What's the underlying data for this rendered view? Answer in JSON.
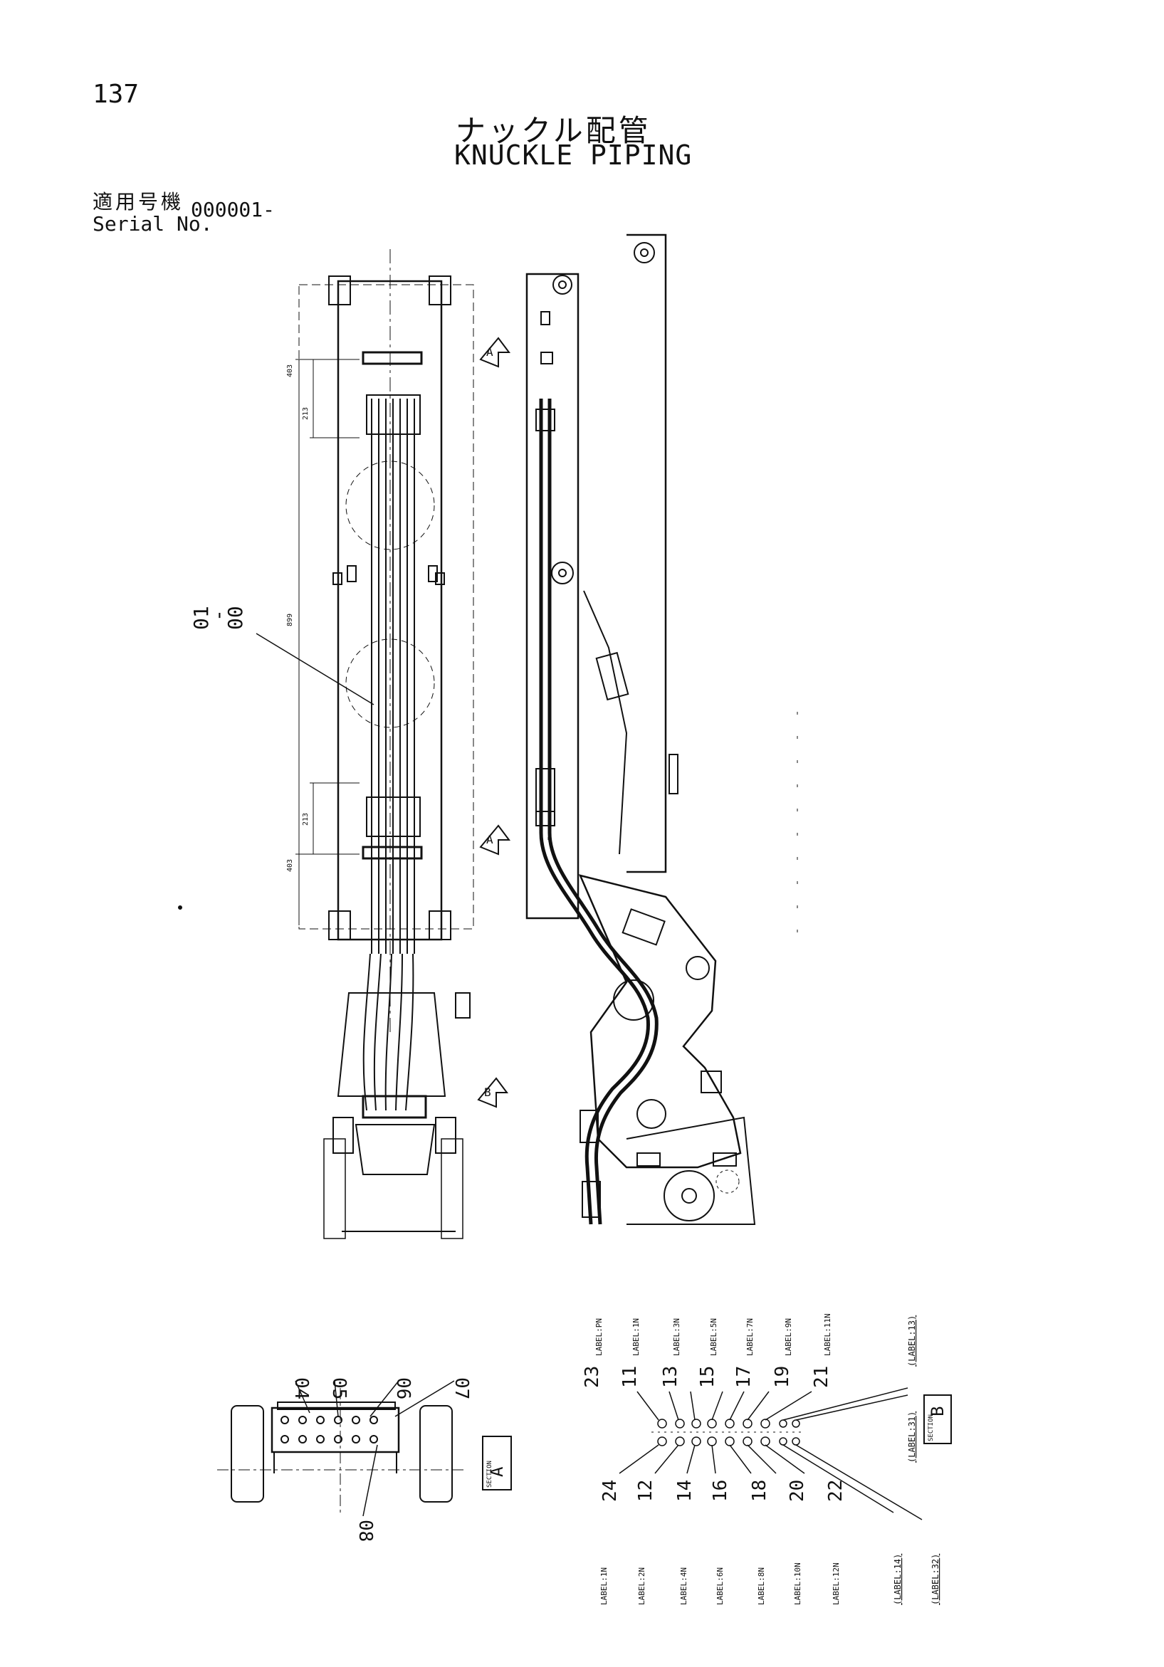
{
  "header": {
    "page_number": "137",
    "title_jp": "ナックル配管",
    "title_en": "KNUCKLE PIPING",
    "serial_label_jp": "適用号機",
    "serial_label_en": "Serial No.",
    "serial_value": "000001-"
  },
  "top_view": {
    "part_labels": [
      "01",
      "-",
      "00"
    ],
    "dims": [
      "403",
      "213",
      "899",
      "213",
      "403"
    ],
    "section_marks": [
      "A",
      "A",
      "B"
    ]
  },
  "section_a": {
    "part_labels": [
      "04",
      "05",
      "06",
      "07",
      "08"
    ],
    "caption_letter": "A",
    "caption_word": "SECTION"
  },
  "section_b": {
    "caption_letter": "B",
    "caption_word": "SECTION",
    "top_numbers": [
      "23",
      "11",
      "13",
      "15",
      "17",
      "19",
      "21"
    ],
    "top_labels": [
      "LABEL:PN",
      "LABEL:1N",
      "LABEL:3N",
      "LABEL:5N",
      "LABEL:7N",
      "LABEL:9N",
      "LABEL:11N"
    ],
    "bottom_numbers": [
      "24",
      "12",
      "14",
      "16",
      "18",
      "20",
      "22"
    ],
    "bottom_labels": [
      "LABEL:1N",
      "LABEL:2N",
      "LABEL:4N",
      "LABEL:6N",
      "LABEL:8N",
      "LABEL:10N",
      "LABEL:12N"
    ],
    "right_labels": [
      "(LABEL:13)",
      "(LABEL:31)",
      "(LABEL:14)",
      "(LABEL:32)"
    ]
  }
}
